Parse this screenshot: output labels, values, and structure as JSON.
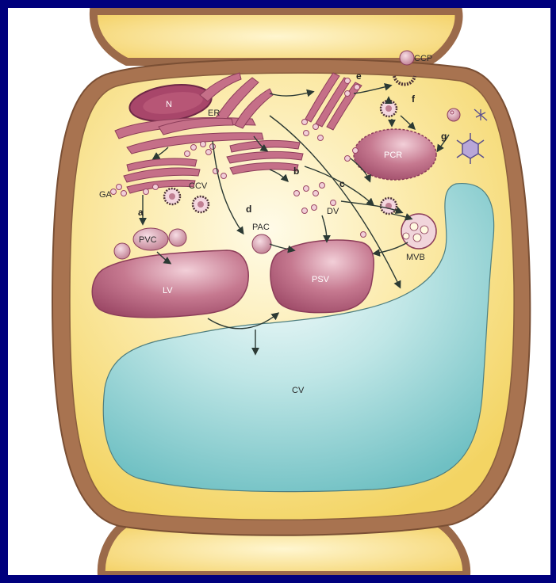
{
  "colors": {
    "slide_background": "#00007d",
    "cell_wall": "#a87350",
    "cytoplasm": "#f7dc73",
    "organelle": "#b5637a",
    "central_vacuole": "#8fd0d2",
    "vesicle_ring": "#4c3236"
  },
  "labels": {
    "n": "N",
    "er": "ER",
    "ga": "GA",
    "ccv": "CCV",
    "pvc": "PVC",
    "lv": "LV",
    "pac": "PAC",
    "psv": "PSV",
    "dv": "DV",
    "mvb": "MVB",
    "pcr": "PCR",
    "ccp": "CCP",
    "cv": "CV"
  },
  "pathways": {
    "a": "a",
    "b": "b",
    "c": "c",
    "d": "d",
    "e": "e",
    "f": "f",
    "g": "g"
  }
}
